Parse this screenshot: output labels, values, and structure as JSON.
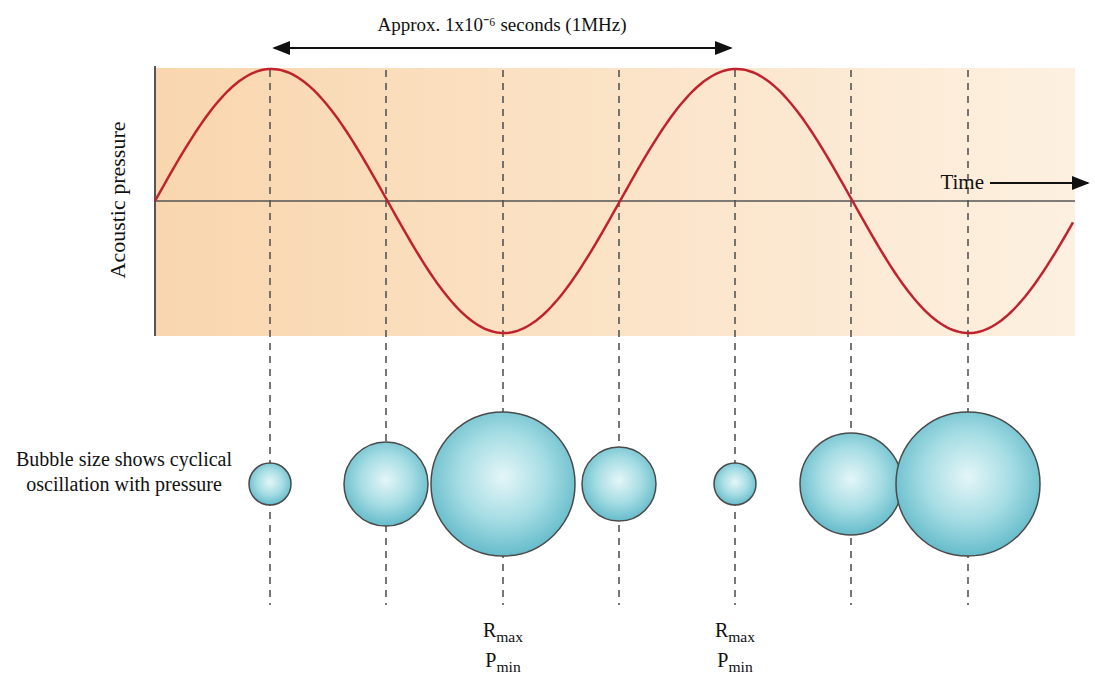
{
  "diagram": {
    "labels": [
      "Approx. 1x10⁻⁶ seconds (1MHz)",
      "Acoustic pressure",
      "Time",
      "Bubble size shows cyclical oscillation with pressure",
      "R",
      "max",
      "P",
      "min",
      "R",
      "max",
      "P",
      "min"
    ]
  }
}
